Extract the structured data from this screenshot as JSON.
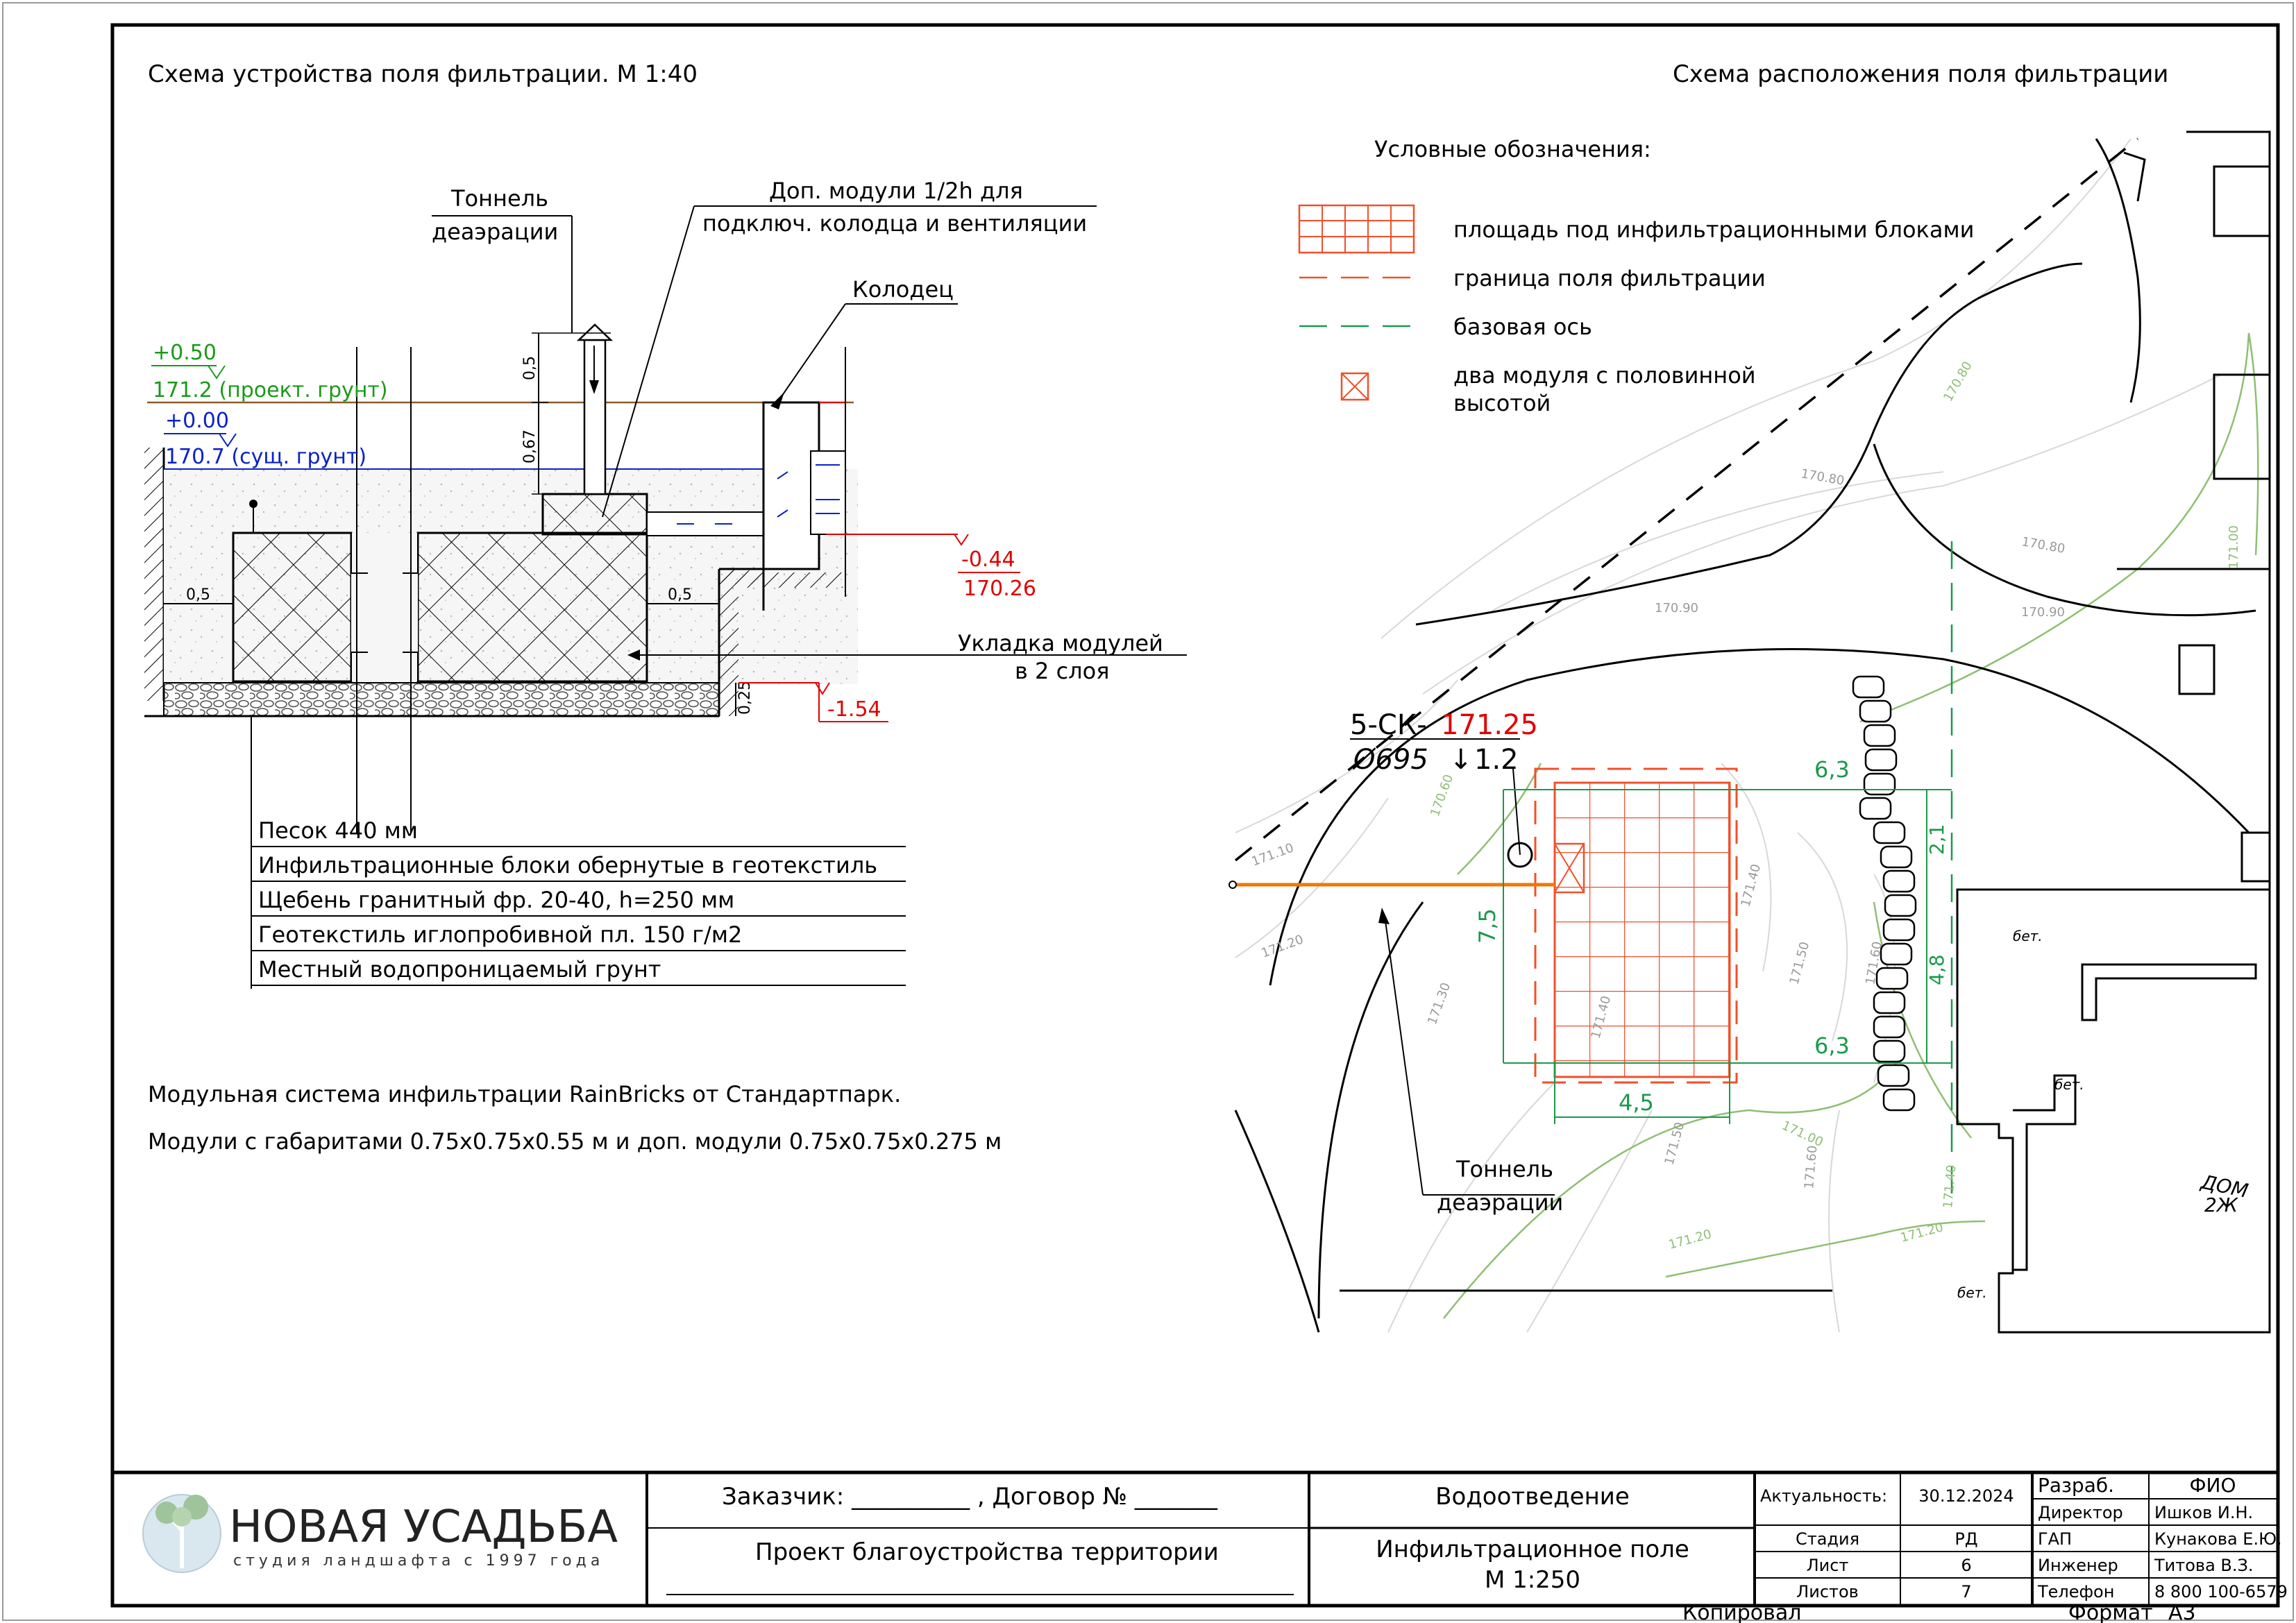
{
  "left": {
    "title": "Схема устройства поля фильтрации. М 1:40",
    "callouts": {
      "tunnel_1": "Тоннель",
      "tunnel_2": "деаэрации",
      "dop_1": "Доп. модули 1/2h для",
      "dop_2": "подключ. колодца и вентиляции",
      "well": "Колодец",
      "lay_1": "Укладка  модулей",
      "lay_2": "в 2 слоя"
    },
    "levels": {
      "a_top": "+0.50",
      "a_bottom": "171.2 (проект. грунт)",
      "b_top": "+0.00",
      "b_bottom": "170.7 (сущ. грунт)",
      "c_top": "-0.44",
      "c_bottom": "170.26",
      "d_top": "-1.54"
    },
    "dims": {
      "v1": "0,5",
      "v2": "0,67",
      "h1": "0,5",
      "h2": "0,5",
      "v3": "0,25"
    },
    "layers": [
      "Песок 440 мм",
      "Инфильтрационные блоки обернутые в геотекстиль",
      "Щебень гранитный фр. 20-40, h=250 мм",
      "Геотекстиль иглопробивной пл. 150 г/м2",
      "Местный водопроницаемый грунт"
    ],
    "note_1": "Модульная система инфильтрации RainBricks от Стандартпарк.",
    "note_2": "Модули с габаритами 0.75х0.75х0.55 м и доп. модули 0.75х0.75х0.275 м"
  },
  "right": {
    "title": "Схема расположения поля фильтрации",
    "legend_title": "Условные обозначения:",
    "legend": [
      "площадь под инфильтрационными блоками",
      "граница поля фильтрации",
      "базовая ось",
      "два модуля с половинной",
      "высотой"
    ],
    "well_id_prefix": "5-СК-",
    "well_id_level": "171.25",
    "well_pipe_left": "Ø695",
    "well_pipe_right": "1.2",
    "dims": {
      "d1": "6,3",
      "d2": "6,3",
      "d3": "7,5",
      "d4": "4,5",
      "d5": "2,1",
      "d6": "4,8"
    },
    "tunnel_1": "Тоннель",
    "tunnel_2": "деаэрации",
    "house_1": "ДОМ",
    "house_2": "2Ж",
    "bet": "бет.",
    "contours": [
      "170.80",
      "170.80",
      "170.80",
      "170.90",
      "170.90",
      "171.00",
      "170.60",
      "171.10",
      "171.20",
      "171.30",
      "171.40",
      "171.50",
      "171.60",
      "171.00",
      "171.50",
      "171.40",
      "171.60",
      "171.20",
      "171.40",
      "171.20"
    ]
  },
  "titleblock": {
    "logo_main": "НОВАЯ УСАДЬБА",
    "logo_sub": "студия ландшафта с 1997 года",
    "customer": "Заказчик: __________ , Договор № _______",
    "project": "Проект благоустройства территории",
    "section": "Водоотведение",
    "sheet_title_1": "Инфильтрационное поле",
    "sheet_title_2": "М 1:250",
    "actual_label": "Актуальность:",
    "actual_value": "30.12.2024",
    "stage_label": "Стадия",
    "stage_value": "РД",
    "sheet_label": "Лист",
    "sheet_value": "6",
    "sheets_label": "Листов",
    "sheets_value": "7",
    "roles": [
      {
        "role": "Разраб.",
        "name": "ФИО"
      },
      {
        "role": "Директор",
        "name": "Ишков И.Н."
      },
      {
        "role": "ГАП",
        "name": "Кунакова Е.Ю."
      },
      {
        "role": "Инженер",
        "name": "Титова В.З."
      },
      {
        "role": "Телефон",
        "name": "8 800 100-6579"
      }
    ],
    "copied": "Копировал",
    "format_label": "Формат",
    "format_value": "А3"
  },
  "colors": {
    "ink": "#000000",
    "infiltration_area": "#f0502a",
    "field_border": "#f0502a",
    "axis": "#1a9a4a",
    "contour": "#8fbf73",
    "level_green": "#1a9a1a",
    "level_blue": "#0a22c8",
    "level_red": "#e00000",
    "pipe": "#f07800"
  }
}
